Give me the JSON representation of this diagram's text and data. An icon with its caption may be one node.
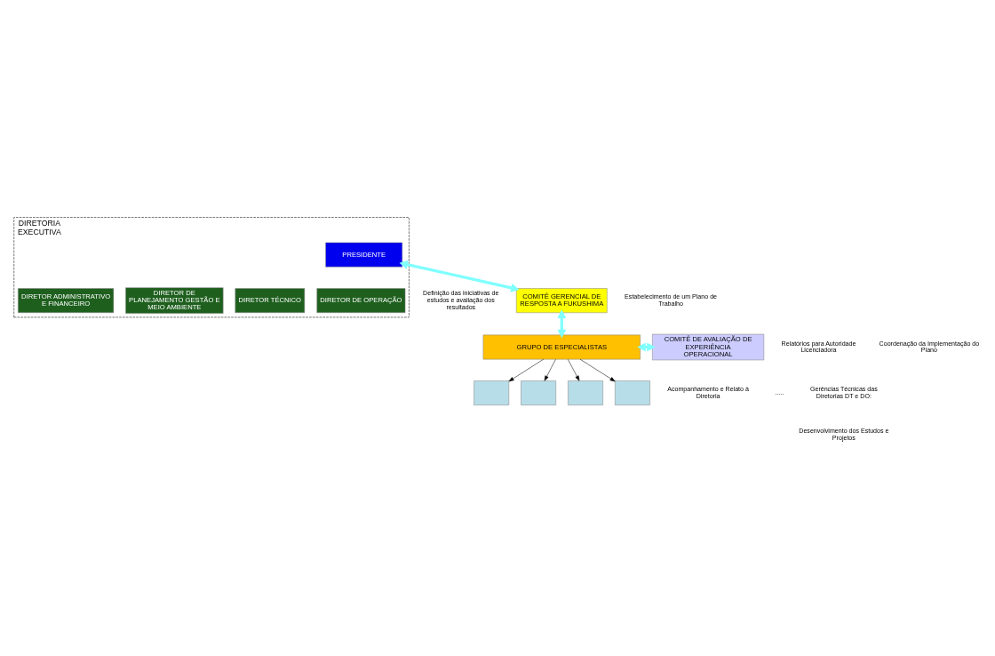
{
  "diagram": {
    "nodes": [
      {
        "text": [
          "DIRETORIA EXECUTIVA"
        ]
      },
      {
        "text": [
          "PRESIDENTE"
        ],
        "in": 0
      },
      {
        "text": [
          "DIRETOR TÉCNICO"
        ],
        "in": 0
      },
      {
        "text": [
          "DIRETOR DE OPERAÇÃO"
        ],
        "in": 0
      },
      {
        "text": [
          "DIRETOR DE PLANEJAMENTO GESTÃO E MEIO AMBIENTE"
        ],
        "in": 0
      },
      {
        "text": [
          "DIRETOR ADMINISTRATIVO E FINANCEIRO"
        ],
        "in": 0
      },
      {
        "text": [
          "COMITÊ GERENCIAL DE RESPOSTA A FUKUSHIMA"
        ]
      },
      {
        "text": [
          "GRUPO DE ESPECIALISTAS"
        ]
      },
      {
        "text": [
          "COMITÊ DE AVALIAÇÃO DE EXPERIÊNCIA OPERACIONAL"
        ]
      },
      {
        "text": [],
        "shape": "box"
      },
      {
        "text": [],
        "shape": "box"
      },
      {
        "text": [],
        "shape": "box"
      },
      {
        "text": [],
        "shape": "box"
      }
    ],
    "edges": [
      {
        "from": 1,
        "to": 6,
        "arrow": "both",
        "style": "thick",
        "color": "#80ffff"
      },
      {
        "from": 6,
        "to": 7,
        "arrow": "both",
        "style": "thick",
        "color": "#80ffff"
      },
      {
        "from": 7,
        "to": 8,
        "arrow": "both",
        "style": "thick",
        "color": "#80ffff"
      },
      {
        "from": 7,
        "to": 9,
        "arrow": "to"
      },
      {
        "from": 7,
        "to": 10,
        "arrow": "to"
      },
      {
        "from": 7,
        "to": 11,
        "arrow": "to"
      },
      {
        "from": 7,
        "to": 12,
        "arrow": "to"
      }
    ],
    "labels": [
      "Definição das iniciativas de estudos e avaliação dos resultados",
      "Relatórios para Autoridade Licenciadora",
      "Estabelecimento de um Plano de Trabalho",
      "Coordenação da Implementação do Plano",
      "Acompanhamento e Relato à Diretoria",
      ".....",
      "Gerências Técnicas das Diretorias DT e DO:",
      "Desenvolvimento dos Estudos e Projetos"
    ]
  }
}
